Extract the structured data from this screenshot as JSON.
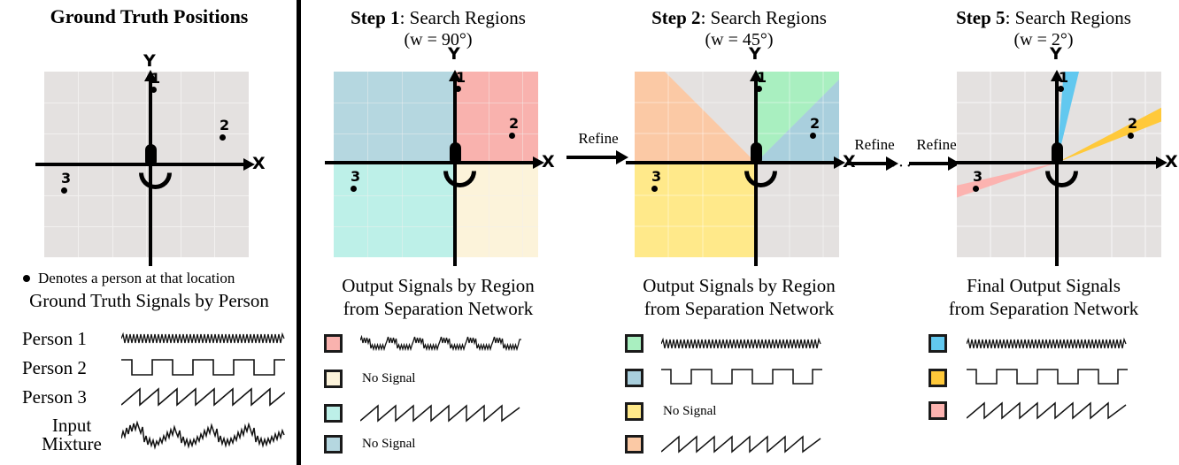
{
  "figure": {
    "divider_color": "#000000",
    "plot_bg": "#e4e1e0",
    "grid_color": "#f2f0ef"
  },
  "ground_truth": {
    "title": "Ground Truth Positions",
    "axis_x": "X",
    "axis_y": "Y",
    "mic_icon": "microphone-icon",
    "points": [
      {
        "label": "1",
        "x": 0.06,
        "y": 0.82
      },
      {
        "label": "2",
        "x": 0.72,
        "y": 0.4
      },
      {
        "label": "3",
        "x": -0.6,
        "y": -0.17
      }
    ],
    "bullet_note": "Denotes a person at that location",
    "signals_title": "Ground Truth Signals by Person",
    "signal_rows": [
      {
        "name": "Person 1",
        "wave": "high-frequency-sine"
      },
      {
        "name": "Person 2",
        "wave": "square"
      },
      {
        "name": "Person 3",
        "wave": "sawtooth"
      },
      {
        "name": "Input\nMixture",
        "name_line1": "Input",
        "name_line2": "Mixture",
        "wave": "mixture"
      }
    ]
  },
  "steps": [
    {
      "id": "step1",
      "title_bold": "Step 1",
      "title_rest": ": Search Regions",
      "subtitle": "(w = 90°)",
      "axis_x": "X",
      "axis_y": "Y",
      "points": [
        {
          "label": "1",
          "x": 0.06,
          "y": 0.82
        },
        {
          "label": "2",
          "x": 0.72,
          "y": 0.4
        },
        {
          "label": "3",
          "x": -0.6,
          "y": -0.17
        }
      ],
      "regions": [
        {
          "name": "quadrant-1",
          "color": "#f9b2ae",
          "start_deg": 0,
          "end_deg": 90
        },
        {
          "name": "quadrant-2",
          "color": "#b5d7e0",
          "start_deg": 90,
          "end_deg": 180
        },
        {
          "name": "quadrant-3",
          "color": "#bdf0e8",
          "start_deg": 180,
          "end_deg": 270
        },
        {
          "name": "quadrant-4",
          "color": "#fcf3da",
          "start_deg": 270,
          "end_deg": 360
        }
      ],
      "legend_caption_line1": "Output Signals by Region",
      "legend_caption_line2": "from Separation Network",
      "legend": [
        {
          "color": "#f9b2ae",
          "wave": "mixture-two",
          "text": ""
        },
        {
          "color": "#fcf3da",
          "wave": "none",
          "text": "No Signal"
        },
        {
          "color": "#bdf0e8",
          "wave": "sawtooth",
          "text": ""
        },
        {
          "color": "#b5d7e0",
          "wave": "none",
          "text": "No Signal"
        }
      ]
    },
    {
      "id": "step2",
      "title_bold": "Step 2",
      "title_rest": ": Search Regions",
      "subtitle": "(w = 45°)",
      "axis_x": "X",
      "axis_y": "Y",
      "points": [
        {
          "label": "1",
          "x": 0.06,
          "y": 0.82
        },
        {
          "label": "2",
          "x": 0.72,
          "y": 0.4
        },
        {
          "label": "3",
          "x": -0.6,
          "y": -0.17
        }
      ],
      "regions": [
        {
          "name": "wedge-45-90",
          "color": "#a9efc0",
          "start_deg": 45,
          "end_deg": 90
        },
        {
          "name": "wedge-0-45",
          "color": "#a9cfdd",
          "start_deg": 0,
          "end_deg": 45
        },
        {
          "name": "wedge-135-180",
          "color": "#fbc9a5",
          "start_deg": 135,
          "end_deg": 180
        },
        {
          "name": "wedge-180-225",
          "color": "#ffe98a",
          "start_deg": 180,
          "end_deg": 225
        }
      ],
      "legend_caption_line1": "Output Signals by Region",
      "legend_caption_line2": "from Separation Network",
      "legend": [
        {
          "color": "#a9efc0",
          "wave": "high-frequency-sine",
          "text": ""
        },
        {
          "color": "#a9cfdd",
          "wave": "square",
          "text": ""
        },
        {
          "color": "#ffe98a",
          "wave": "none",
          "text": "No Signal"
        },
        {
          "color": "#fbc9a5",
          "wave": "sawtooth",
          "text": ""
        }
      ]
    },
    {
      "id": "step5",
      "title_bold": "Step 5",
      "title_rest": ": Search Regions",
      "subtitle": "(w = 2°)",
      "axis_x": "X",
      "axis_y": "Y",
      "points": [
        {
          "label": "1",
          "x": 0.06,
          "y": 0.82
        },
        {
          "label": "2",
          "x": 0.72,
          "y": 0.4
        },
        {
          "label": "3",
          "x": -0.6,
          "y": -0.17
        }
      ],
      "regions": [
        {
          "name": "beam-person-1",
          "color": "#62c8ef",
          "center_deg": 84,
          "width_deg": 7
        },
        {
          "name": "beam-person-2",
          "color": "#ffc93a",
          "center_deg": 27,
          "width_deg": 7
        },
        {
          "name": "beam-person-3",
          "color": "#fcb3b0",
          "center_deg": 195,
          "width_deg": 7
        }
      ],
      "legend_caption_line1": "Final Output Signals",
      "legend_caption_line2": "from Separation Network",
      "legend": [
        {
          "color": "#62c8ef",
          "wave": "high-frequency-sine",
          "text": ""
        },
        {
          "color": "#ffc93a",
          "wave": "square",
          "text": ""
        },
        {
          "color": "#fcb3b0",
          "wave": "sawtooth",
          "text": ""
        }
      ]
    }
  ],
  "refine_arrows": [
    {
      "label": "Refine"
    },
    {
      "label": "Refine"
    },
    {
      "label": "Refine"
    }
  ],
  "ellipsis": "···"
}
